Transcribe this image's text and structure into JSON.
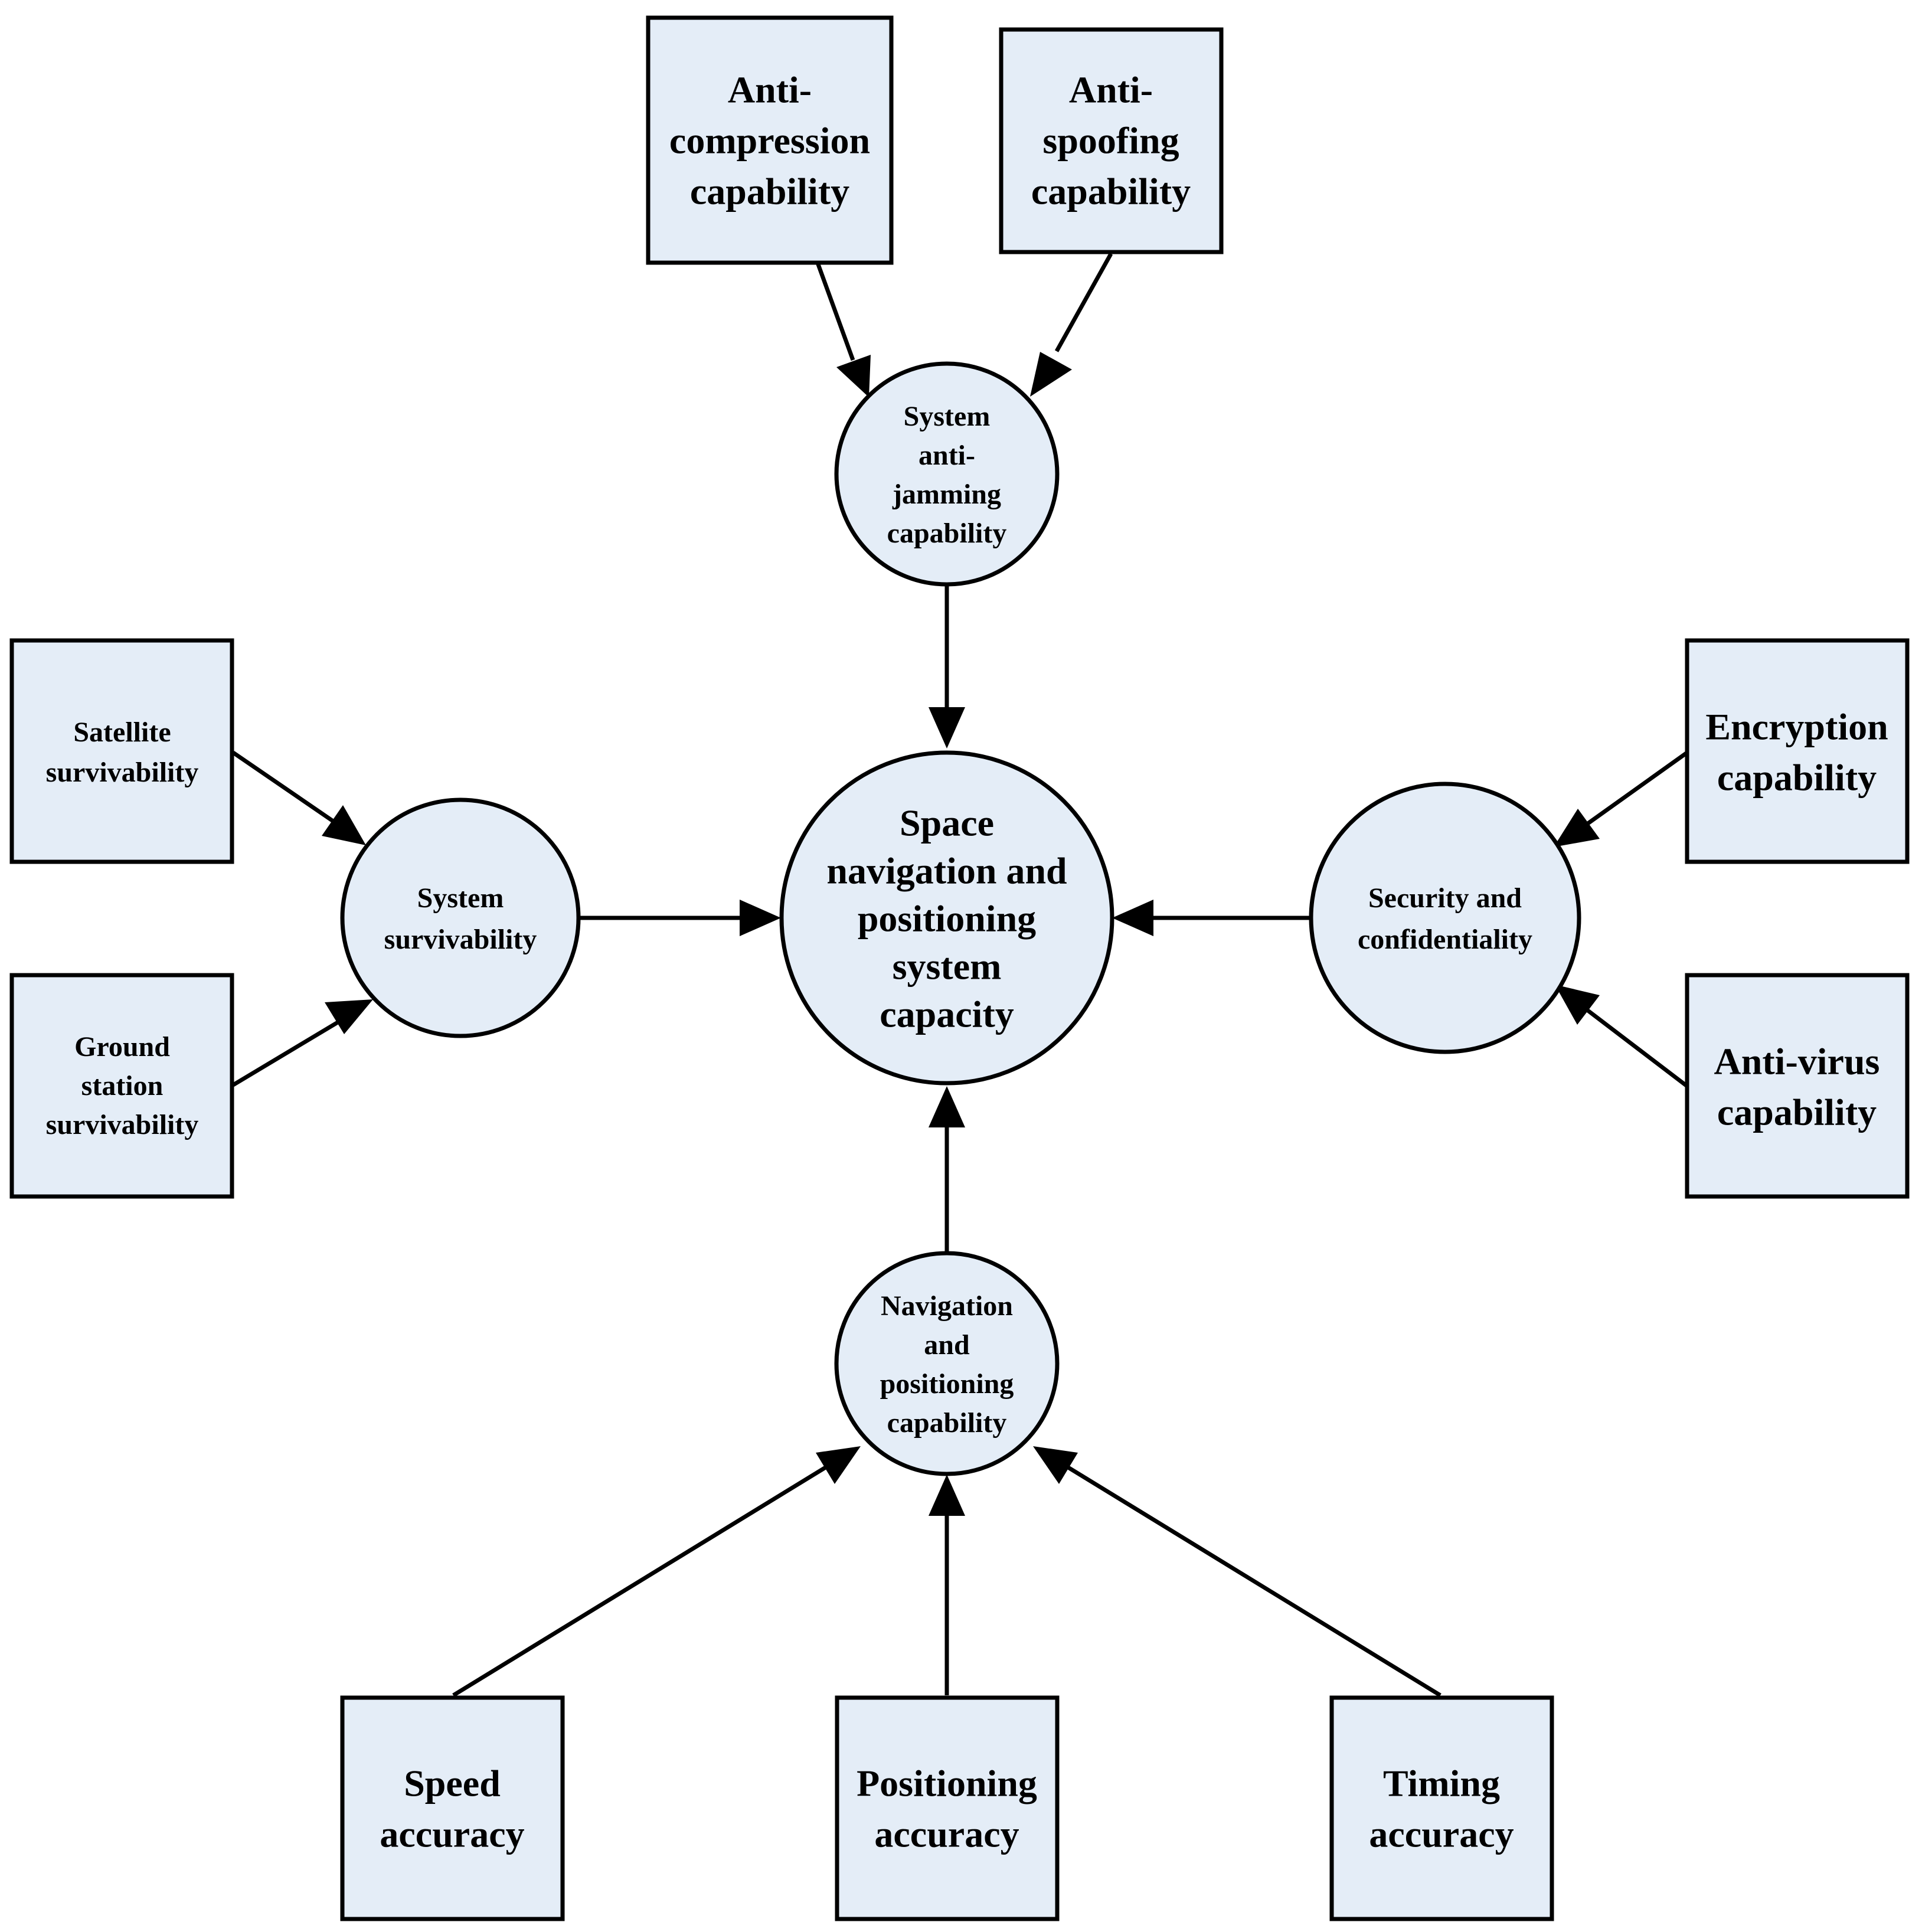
{
  "colors": {
    "node_fill": "#e4edf7",
    "stroke": "#000000",
    "text": "#000000"
  },
  "nodes": {
    "center": {
      "lines": [
        "Space",
        "navigation and",
        "positioning",
        "system",
        "capacity"
      ]
    },
    "anti_jamming": {
      "lines": [
        "System",
        "anti-",
        "jamming",
        "capability"
      ]
    },
    "survivability": {
      "lines": [
        "System",
        "survivability"
      ]
    },
    "security": {
      "lines": [
        "Security and",
        "confidentiality"
      ]
    },
    "navigation": {
      "lines": [
        "Navigation",
        "and",
        "positioning",
        "capability"
      ]
    },
    "anti_compression": {
      "lines": [
        "Anti-",
        "compression",
        "capability"
      ]
    },
    "anti_spoofing": {
      "lines": [
        "Anti-",
        "spoofing",
        "capability"
      ]
    },
    "satellite": {
      "lines": [
        "Satellite",
        "survivability"
      ]
    },
    "ground_station": {
      "lines": [
        "Ground",
        "station",
        "survivability"
      ]
    },
    "encryption": {
      "lines": [
        "Encryption",
        "capability"
      ]
    },
    "anti_virus": {
      "lines": [
        "Anti-virus",
        "capability"
      ]
    },
    "speed": {
      "lines": [
        "Speed",
        "accuracy"
      ]
    },
    "positioning": {
      "lines": [
        "Positioning",
        "accuracy"
      ]
    },
    "timing": {
      "lines": [
        "Timing",
        "accuracy"
      ]
    }
  }
}
